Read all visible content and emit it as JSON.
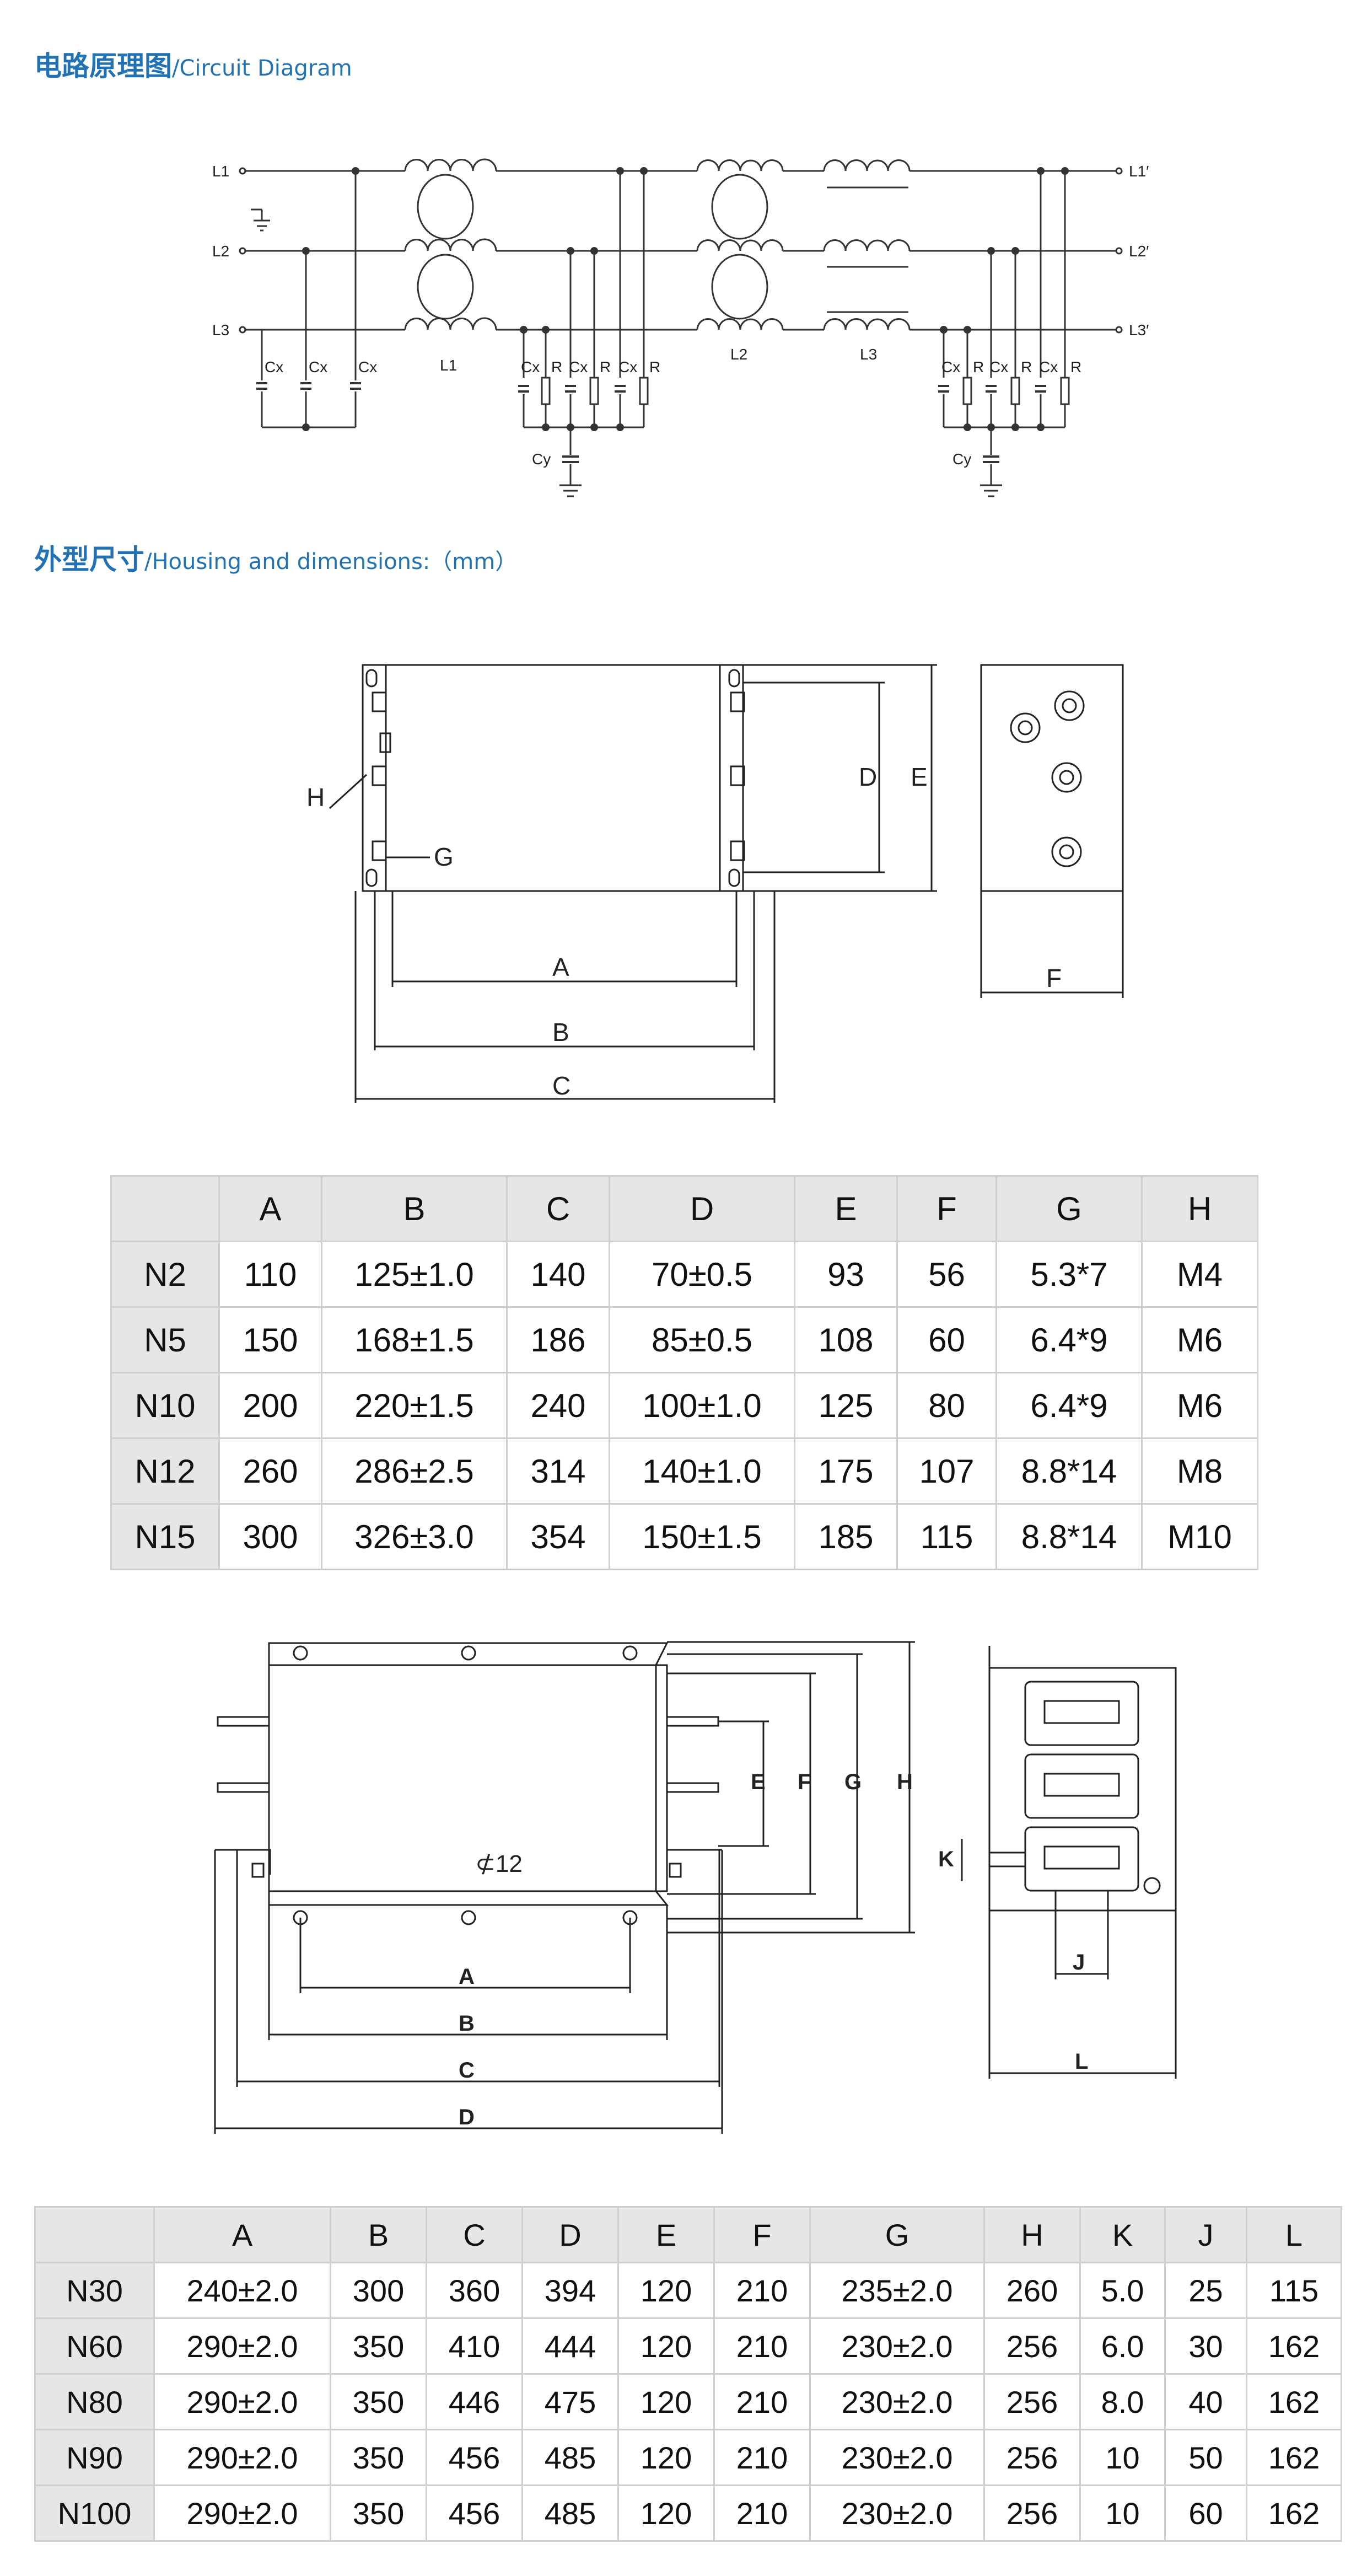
{
  "headings": {
    "circuit": {
      "zh": "电路原理图",
      "en": "/Circuit Diagram"
    },
    "housing": {
      "zh": "外型尺寸",
      "en": "/Housing and dimensions:（mm）"
    }
  },
  "circuit_labels": {
    "inputs": [
      "L1",
      "L2",
      "L3"
    ],
    "outputs": [
      "L1′",
      "L2′",
      "L3′"
    ],
    "cx": "Cx",
    "r": "R",
    "cy": "Cy",
    "inductors": [
      "L1",
      "L2",
      "L3"
    ]
  },
  "drawing1_labels": {
    "a": "A",
    "b": "B",
    "c": "C",
    "d": "D",
    "e": "E",
    "f": "F",
    "g": "G",
    "h": "H"
  },
  "drawing2_labels": {
    "a": "A",
    "b": "B",
    "c": "C",
    "d": "D",
    "e": "E",
    "f": "F",
    "g": "G",
    "h": "H",
    "j": "J",
    "k": "K",
    "l": "L",
    "hole": "⊄12"
  },
  "table1": {
    "headers": [
      "",
      "A",
      "B",
      "C",
      "D",
      "E",
      "F",
      "G",
      "H"
    ],
    "rows": [
      [
        "N2",
        "110",
        "125±1.0",
        "140",
        "70±0.5",
        "93",
        "56",
        "5.3*7",
        "M4"
      ],
      [
        "N5",
        "150",
        "168±1.5",
        "186",
        "85±0.5",
        "108",
        "60",
        "6.4*9",
        "M6"
      ],
      [
        "N10",
        "200",
        "220±1.5",
        "240",
        "100±1.0",
        "125",
        "80",
        "6.4*9",
        "M6"
      ],
      [
        "N12",
        "260",
        "286±2.5",
        "314",
        "140±1.0",
        "175",
        "107",
        "8.8*14",
        "M8"
      ],
      [
        "N15",
        "300",
        "326±3.0",
        "354",
        "150±1.5",
        "185",
        "115",
        "8.8*14",
        "M10"
      ]
    ]
  },
  "table2": {
    "headers": [
      "",
      "A",
      "B",
      "C",
      "D",
      "E",
      "F",
      "G",
      "H",
      "K",
      "J",
      "L"
    ],
    "rows": [
      [
        "N30",
        "240±2.0",
        "300",
        "360",
        "394",
        "120",
        "210",
        "235±2.0",
        "260",
        "5.0",
        "25",
        "115"
      ],
      [
        "N60",
        "290±2.0",
        "350",
        "410",
        "444",
        "120",
        "210",
        "230±2.0",
        "256",
        "6.0",
        "30",
        "162"
      ],
      [
        "N80",
        "290±2.0",
        "350",
        "446",
        "475",
        "120",
        "210",
        "230±2.0",
        "256",
        "8.0",
        "40",
        "162"
      ],
      [
        "N90",
        "290±2.0",
        "350",
        "456",
        "485",
        "120",
        "210",
        "230±2.0",
        "256",
        "10",
        "50",
        "162"
      ],
      [
        "N100",
        "290±2.0",
        "350",
        "456",
        "485",
        "120",
        "210",
        "230±2.0",
        "256",
        "10",
        "60",
        "162"
      ]
    ]
  }
}
